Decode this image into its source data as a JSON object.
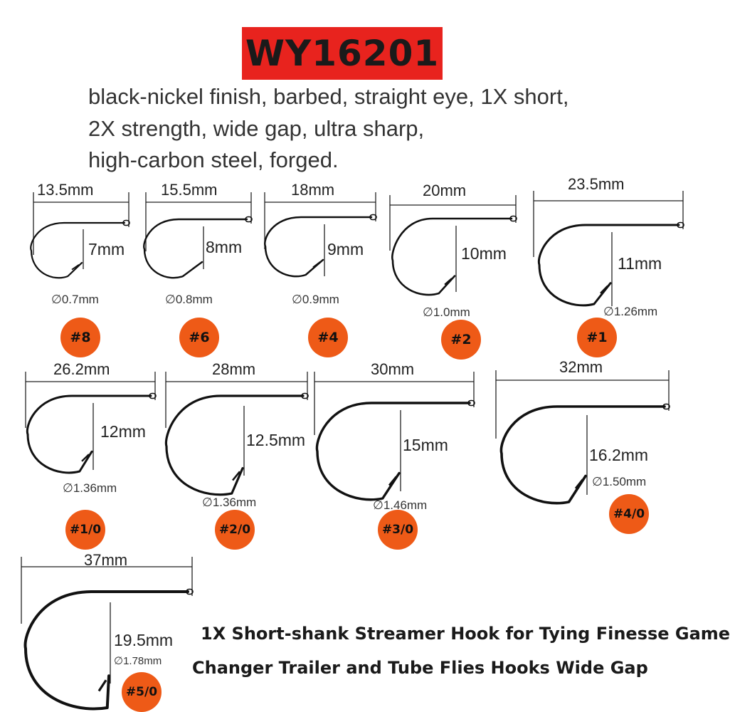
{
  "title": "WY16201",
  "spec_lines": [
    "black-nickel finish, barbed, straight eye, 1X short,",
    "2X strength, wide gap, ultra sharp,",
    "high-carbon steel, forged."
  ],
  "hooks": [
    {
      "size": "#8",
      "length": "13.5mm",
      "gap": "7mm",
      "wire": "0.7mm"
    },
    {
      "size": "#6",
      "length": "15.5mm",
      "gap": "8mm",
      "wire": "0.8mm"
    },
    {
      "size": "#4",
      "length": "18mm",
      "gap": "9mm",
      "wire": "0.9mm"
    },
    {
      "size": "#2",
      "length": "20mm",
      "gap": "10mm",
      "wire": "1.0mm"
    },
    {
      "size": "#1",
      "length": "23.5mm",
      "gap": "11mm",
      "wire": "1.26mm"
    },
    {
      "size": "#1/0",
      "length": "26.2mm",
      "gap": "12mm",
      "wire": "1.36mm"
    },
    {
      "size": "#2/0",
      "length": "28mm",
      "gap": "12.5mm",
      "wire": "1.36mm"
    },
    {
      "size": "#3/0",
      "length": "30mm",
      "gap": "15mm",
      "wire": "1.46mm"
    },
    {
      "size": "#4/0",
      "length": "32mm",
      "gap": "16.2mm",
      "wire": "1.50mm"
    },
    {
      "size": "#5/0",
      "length": "37mm",
      "gap": "19.5mm",
      "wire": "1.78mm"
    }
  ],
  "diameter_symbol": "∅",
  "caption_lines": [
    "1X Short-shank Streamer Hook for Tying Finesse Game",
    "Changer Trailer and Tube Flies Hooks Wide Gap"
  ],
  "colors": {
    "title_bg": "#e8231e",
    "badge": "#ee5a17",
    "hook": "#111111"
  }
}
